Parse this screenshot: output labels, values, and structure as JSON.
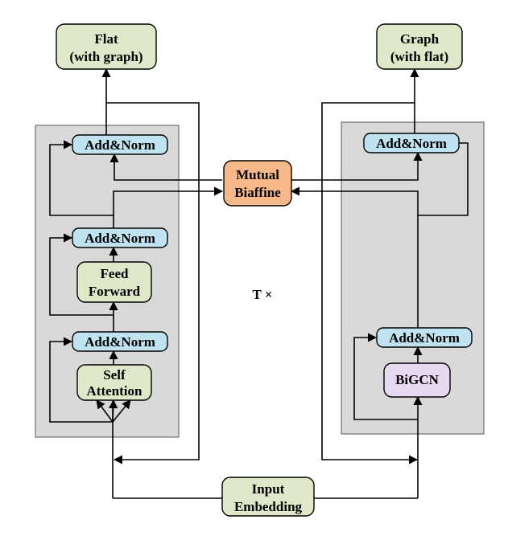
{
  "diagram": {
    "left_output": {
      "line1": "Flat",
      "line2": "(with graph)"
    },
    "right_output": {
      "line1": "Graph",
      "line2": "(with flat)"
    },
    "mutual_biaffine": {
      "line1": "Mutual",
      "line2": "Biaffine"
    },
    "repeat_label": "T ×",
    "input": {
      "line1": "Input",
      "line2": "Embedding"
    },
    "left_stack": {
      "add_norm_top": "Add&Norm",
      "add_norm_mid": "Add&Norm",
      "feed_forward": {
        "line1": "Feed",
        "line2": "Forward"
      },
      "add_norm_low": "Add&Norm",
      "self_attention": {
        "line1": "Self",
        "line2": "Attention"
      }
    },
    "right_stack": {
      "add_norm_top": "Add&Norm",
      "add_norm_low": "Add&Norm",
      "bigcn": "BiGCN"
    },
    "colors": {
      "green_box": "#dfe8c8",
      "blue_box": "#bfe3f0",
      "orange_box": "#f7b98a",
      "purple_box": "#e7d9ef",
      "panel": "#d9d9d9",
      "line": "#000000"
    }
  }
}
